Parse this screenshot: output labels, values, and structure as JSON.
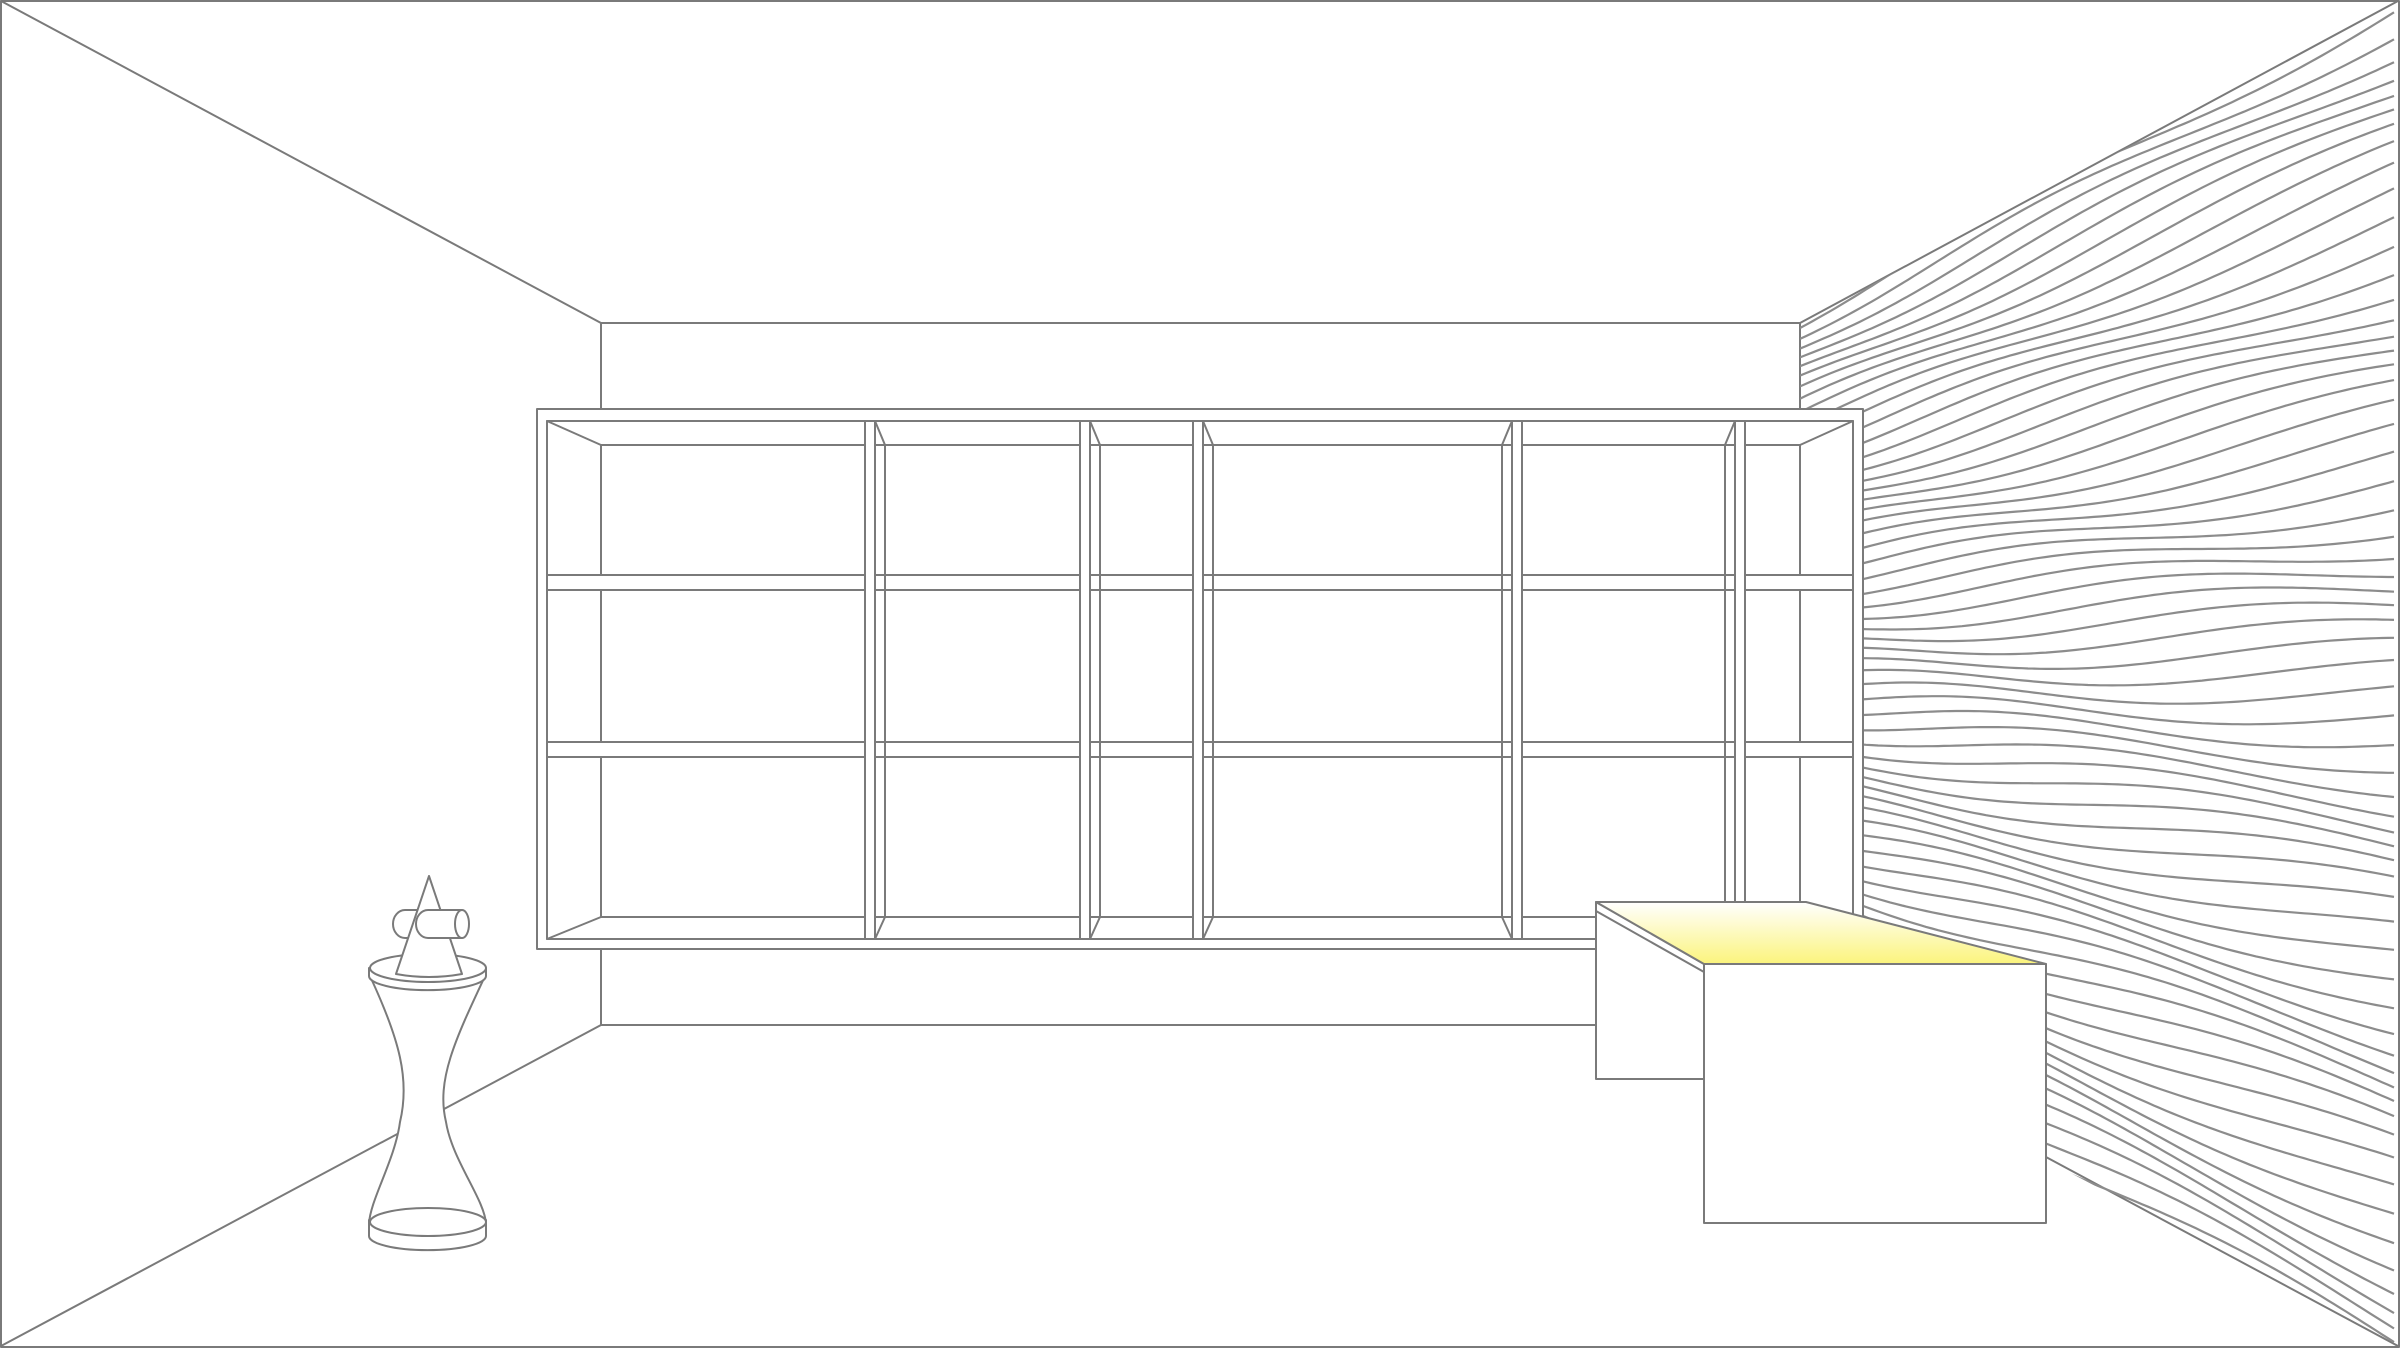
{
  "scene": {
    "colors": {
      "line": "#7a7a7a",
      "wave": "#8c8c8c",
      "desk_glow_front": "#fbf47c",
      "desk_glow_back": "#ffffff",
      "background": "#ffffff"
    },
    "icons": [
      "room-outline",
      "bookshelf",
      "pedestal",
      "sculpture",
      "desk",
      "wave-wall-pattern"
    ],
    "bookshelf": {
      "columns": 6,
      "rows": 3
    }
  }
}
